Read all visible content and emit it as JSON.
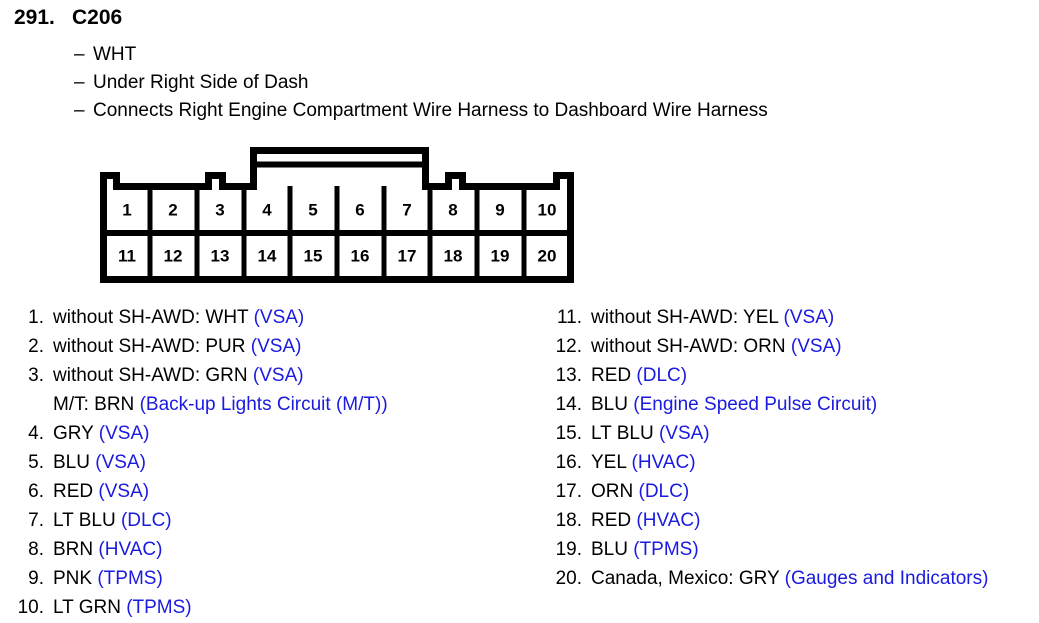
{
  "header": {
    "number": "291.",
    "name": "C206",
    "details": [
      {
        "dash": "–",
        "text": "WHT"
      },
      {
        "dash": "–",
        "text": "Under Right Side of Dash"
      },
      {
        "dash": "–",
        "text": "Connects Right Engine Compartment Wire Harness to Dashboard Wire Harness"
      }
    ]
  },
  "connector": {
    "top_row_pins": [
      "1",
      "2",
      "3",
      "4",
      "5",
      "6",
      "7",
      "8",
      "9",
      "10"
    ],
    "bottom_row_pins": [
      "11",
      "12",
      "13",
      "14",
      "15",
      "16",
      "17",
      "18",
      "19",
      "20"
    ],
    "outline_color": "#000000"
  },
  "colors": {
    "text": "#000000",
    "circuit": "#1a1ae0",
    "background": "#ffffff"
  },
  "pins_left": [
    {
      "index": "1.",
      "lines": [
        {
          "wire": "without SH-AWD: WHT ",
          "circuit": "(VSA)"
        }
      ]
    },
    {
      "index": "2.",
      "lines": [
        {
          "wire": "without SH-AWD: PUR ",
          "circuit": "(VSA)"
        }
      ]
    },
    {
      "index": "3.",
      "lines": [
        {
          "wire": "without SH-AWD: GRN ",
          "circuit": "(VSA)"
        },
        {
          "wire": "M/T: BRN ",
          "circuit": "(Back-up Lights Circuit (M/T))"
        }
      ]
    },
    {
      "index": "4.",
      "lines": [
        {
          "wire": "GRY ",
          "circuit": "(VSA)"
        }
      ]
    },
    {
      "index": "5.",
      "lines": [
        {
          "wire": "BLU ",
          "circuit": "(VSA)"
        }
      ]
    },
    {
      "index": "6.",
      "lines": [
        {
          "wire": "RED ",
          "circuit": "(VSA)"
        }
      ]
    },
    {
      "index": "7.",
      "lines": [
        {
          "wire": "LT BLU ",
          "circuit": "(DLC)"
        }
      ]
    },
    {
      "index": "8.",
      "lines": [
        {
          "wire": "BRN ",
          "circuit": "(HVAC)"
        }
      ]
    },
    {
      "index": "9.",
      "lines": [
        {
          "wire": "PNK ",
          "circuit": "(TPMS)"
        }
      ]
    },
    {
      "index": "10.",
      "lines": [
        {
          "wire": "LT GRN ",
          "circuit": "(TPMS)"
        }
      ]
    }
  ],
  "pins_right": [
    {
      "index": "11.",
      "lines": [
        {
          "wire": "without SH-AWD: YEL ",
          "circuit": "(VSA)"
        }
      ]
    },
    {
      "index": "12.",
      "lines": [
        {
          "wire": "without SH-AWD: ORN ",
          "circuit": "(VSA)"
        }
      ]
    },
    {
      "index": "13.",
      "lines": [
        {
          "wire": "RED ",
          "circuit": "(DLC)"
        }
      ]
    },
    {
      "index": "14.",
      "lines": [
        {
          "wire": "BLU ",
          "circuit": "(Engine Speed Pulse Circuit)"
        }
      ]
    },
    {
      "index": "15.",
      "lines": [
        {
          "wire": "LT BLU ",
          "circuit": "(VSA)"
        }
      ]
    },
    {
      "index": "16.",
      "lines": [
        {
          "wire": "YEL ",
          "circuit": "(HVAC)"
        }
      ]
    },
    {
      "index": "17.",
      "lines": [
        {
          "wire": "ORN ",
          "circuit": "(DLC)"
        }
      ]
    },
    {
      "index": "18.",
      "lines": [
        {
          "wire": "RED ",
          "circuit": "(HVAC)"
        }
      ]
    },
    {
      "index": "19.",
      "lines": [
        {
          "wire": "BLU ",
          "circuit": "(TPMS)"
        }
      ]
    },
    {
      "index": "20.",
      "lines": [
        {
          "wire": "Canada, Mexico: GRY ",
          "circuit": "(Gauges and Indicators)"
        }
      ]
    }
  ]
}
